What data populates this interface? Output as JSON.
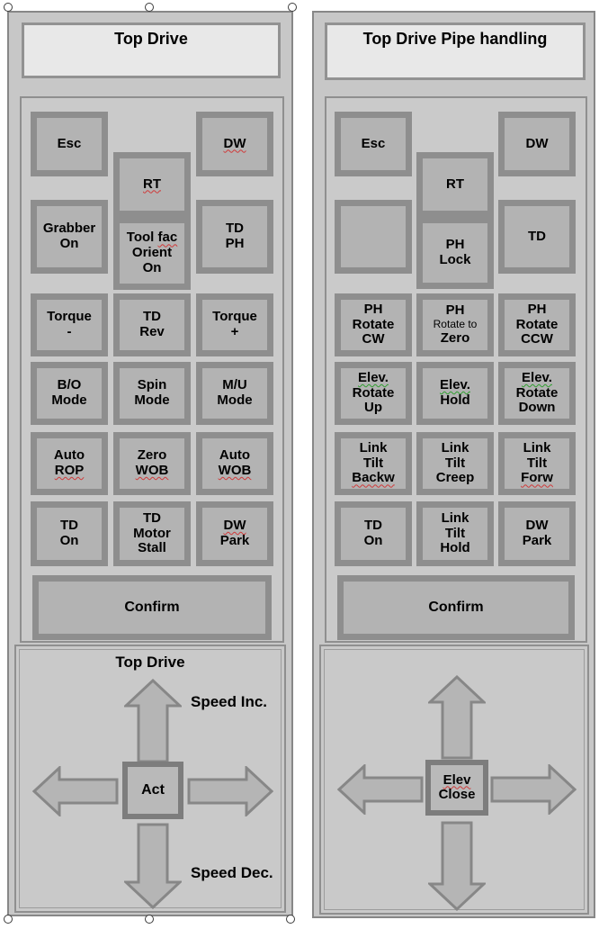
{
  "colors": {
    "panel_fill": "#c7c7c7",
    "button_fill": "#b3b3b3",
    "button_border": "#8e8e8e",
    "title_fill": "#e8e8e8",
    "spellcheck_red": "#d03a3a",
    "grammar_green": "#2f9e2f"
  },
  "left_panel": {
    "title": "Top Drive",
    "buttons": {
      "esc": {
        "label": "Esc"
      },
      "rt": {
        "label": "RT"
      },
      "dw": {
        "label": "DW"
      },
      "grabber_on": {
        "l1": "Grabber",
        "l2": "On"
      },
      "tool_fac_orient_on": {
        "w1": "Tool ",
        "w2": "fac",
        "l2": "Orient",
        "l3": "On"
      },
      "td_ph": {
        "l1": "TD",
        "l2": "PH"
      },
      "torque_minus": {
        "l1": "Torque",
        "l2": "-"
      },
      "td_rev": {
        "l1": "TD",
        "l2": "Rev"
      },
      "torque_plus": {
        "l1": "Torque",
        "l2": "+"
      },
      "bo_mode": {
        "l1": "B/O",
        "l2": "Mode"
      },
      "spin_mode": {
        "l1": "Spin",
        "l2": "Mode"
      },
      "mu_mode": {
        "l1": "M/U",
        "l2": "Mode"
      },
      "auto_rop": {
        "l1": "Auto",
        "l2": "ROP"
      },
      "zero_wob": {
        "l1": "Zero",
        "l2": "WOB"
      },
      "auto_wob": {
        "l1": "Auto",
        "l2": "WOB"
      },
      "td_on": {
        "l1": "TD",
        "l2": "On"
      },
      "td_motor_stall": {
        "l1": "TD",
        "l2": "Motor",
        "l3": "Stall"
      },
      "dw_park": {
        "l1": "DW",
        "l2": "Park"
      },
      "confirm": {
        "label": "Confirm"
      }
    },
    "joystick": {
      "title": "Top Drive",
      "up_label": "Speed Inc.",
      "down_label": "Speed Dec.",
      "center": "Act"
    }
  },
  "right_panel": {
    "title": "Top Drive Pipe handling",
    "buttons": {
      "esc": {
        "label": "Esc"
      },
      "rt": {
        "label": "RT"
      },
      "dw": {
        "label": "DW"
      },
      "blank": {
        "label": ""
      },
      "ph_lock": {
        "l1": "PH",
        "l2": "Lock"
      },
      "td": {
        "label": "TD"
      },
      "ph_rotate_cw": {
        "l1": "PH",
        "l2": "Rotate",
        "l3": "CW"
      },
      "ph_rotate_to_zero": {
        "l1": "PH",
        "l2": "Rotate to",
        "l3": "Zero"
      },
      "ph_rotate_ccw": {
        "l1": "PH",
        "l2": "Rotate",
        "l3": "CCW"
      },
      "elev_rotate_up": {
        "l1": "Elev.",
        "l2": "Rotate",
        "l3": "Up"
      },
      "elev_hold": {
        "l1": "Elev.",
        "l2": "Hold"
      },
      "elev_rotate_down": {
        "l1": "Elev.",
        "l2": "Rotate",
        "l3": "Down"
      },
      "link_tilt_backw": {
        "l1": "Link",
        "l2": "Tilt",
        "l3": "Backw"
      },
      "link_tilt_creep": {
        "l1": "Link",
        "l2": "Tilt",
        "l3": "Creep"
      },
      "link_tilt_forw": {
        "l1": "Link",
        "l2": "Tilt",
        "l3": "Forw"
      },
      "td_on": {
        "l1": "TD",
        "l2": "On"
      },
      "link_tilt_hold": {
        "l1": "Link",
        "l2": "Tilt",
        "l3": "Hold"
      },
      "dw_park": {
        "l1": "DW",
        "l2": "Park"
      },
      "confirm": {
        "label": "Confirm"
      }
    },
    "joystick": {
      "center_l1": "Elev",
      "center_l2": "Close"
    }
  }
}
